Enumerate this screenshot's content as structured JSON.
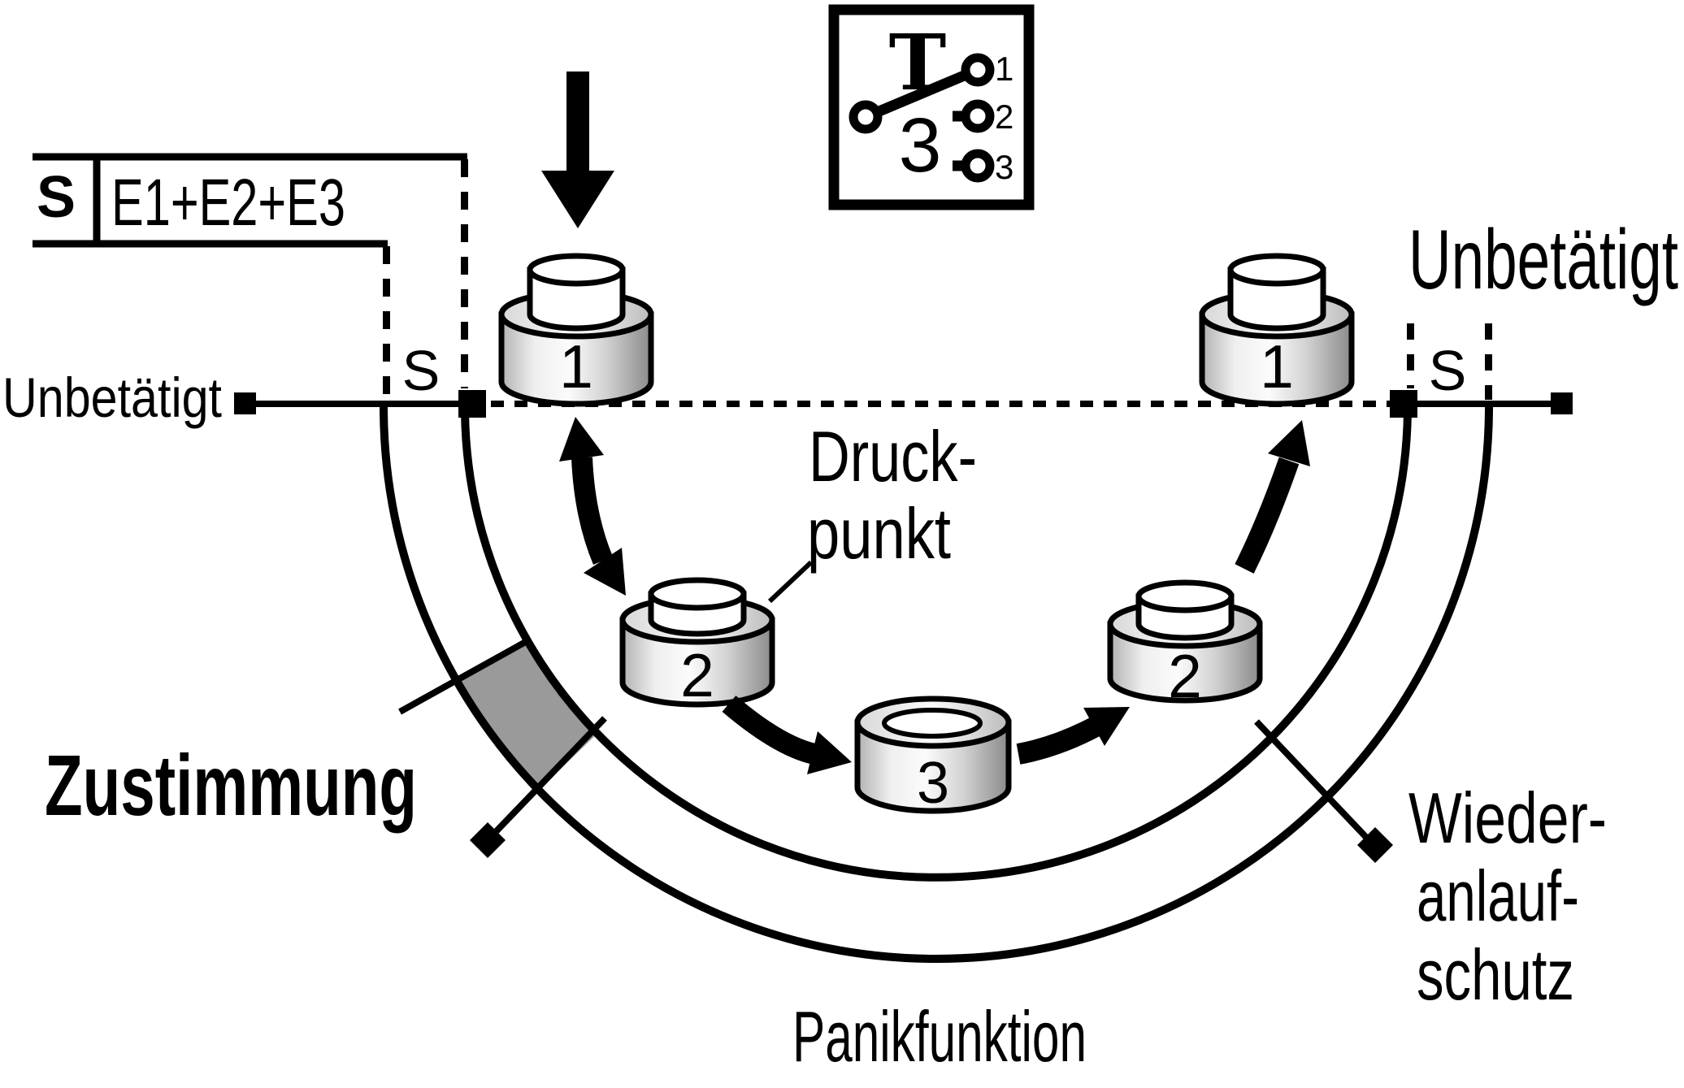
{
  "schematic_label": {
    "prefix": "S",
    "terms": "E1+E2+E3"
  },
  "switch_symbol": {
    "letter": "T",
    "big_digit": "3",
    "contact_1": "1",
    "contact_2": "2",
    "contact_3": "3"
  },
  "rest_state": {
    "left_label": "Unbetätigt",
    "left_switch": "S",
    "right_label": "Unbetätigt",
    "right_switch": "S"
  },
  "buttons": {
    "pos1_left": "1",
    "pos2_left": "2",
    "pos3_bottom": "3",
    "pos2_right": "2",
    "pos1_right": "1"
  },
  "annotations": {
    "pressure_point_line1": "Druck-",
    "pressure_point_line2": "punkt",
    "enable": "Zustimmung",
    "restart_line1": "Wieder-",
    "restart_line2": "anlauf-",
    "restart_line3": "schutz",
    "panic": "Panikfunktion"
  },
  "colors": {
    "ink": "#000000",
    "background": "#ffffff",
    "enable_zone": "#9a9a9a"
  }
}
